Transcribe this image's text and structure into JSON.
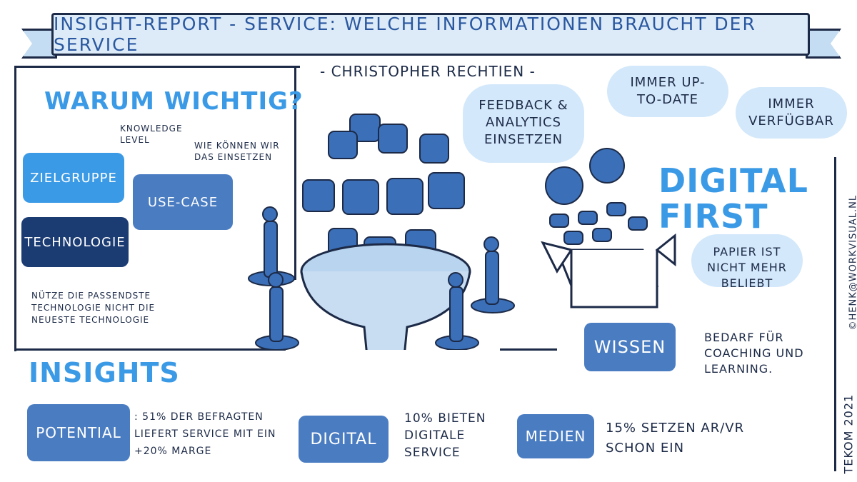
{
  "banner": {
    "title": "INSIGHT-REPORT - SERVICE: WELCHE INFORMATIONEN BRAUCHT DER SERVICE"
  },
  "author": {
    "name": "- CHRISTOPHER RECHTIEN -"
  },
  "warum": {
    "heading": "WARUM WICHTIG?",
    "knowledge_note": "KNOWLEDGE LEVEL",
    "wie_note": "WIE KÖNNEN WIR DAS EINSETZEN",
    "zielgruppe": "ZIELGRUPPE",
    "use_case": "USE-CASE",
    "technologie": "TECHNOLOGIE",
    "tech_note": "NÜTZE DIE PASSENDSTE TECHNOLOGIE NICHT DIE NEUESTE TECHNOLOGIE"
  },
  "clouds": {
    "feedback": "FEEDBACK & ANALYTICS EINSETZEN",
    "up_to_date": "IMMER UP-TO-DATE",
    "verfuegbar": "IMMER VERFÜGBAR"
  },
  "digital_first": {
    "heading_line1": "DIGITAL",
    "heading_line2": "FIRST",
    "note": "PAPIER IST NICHT MEHR BELIEBT"
  },
  "wissen": {
    "label": "WISSEN",
    "note": "BEDARF FÜR COACHING UND LEARNING."
  },
  "insights": {
    "heading": "INSIGHTS",
    "potential_label": "POTENTIAL",
    "potential_text": ": 51% DER BEFRAGTEN LIEFERT SERVICE MIT EIN +20% MARGE",
    "digital_label": "DIGITAL",
    "digital_text": "10% BIETEN DIGITALE SERVICE",
    "medien_label": "MEDIEN",
    "medien_text": "15% SETZEN AR/VR SCHON EIN"
  },
  "side": {
    "credit": "©HENK@WORKVISUAL.NL",
    "event": "TEKOM 2021"
  },
  "colors": {
    "light_blue": "#3b9ae6",
    "mid_blue": "#4a7cc2",
    "dark_navy": "#1b3b73",
    "cloud": "#d3e8fa"
  }
}
